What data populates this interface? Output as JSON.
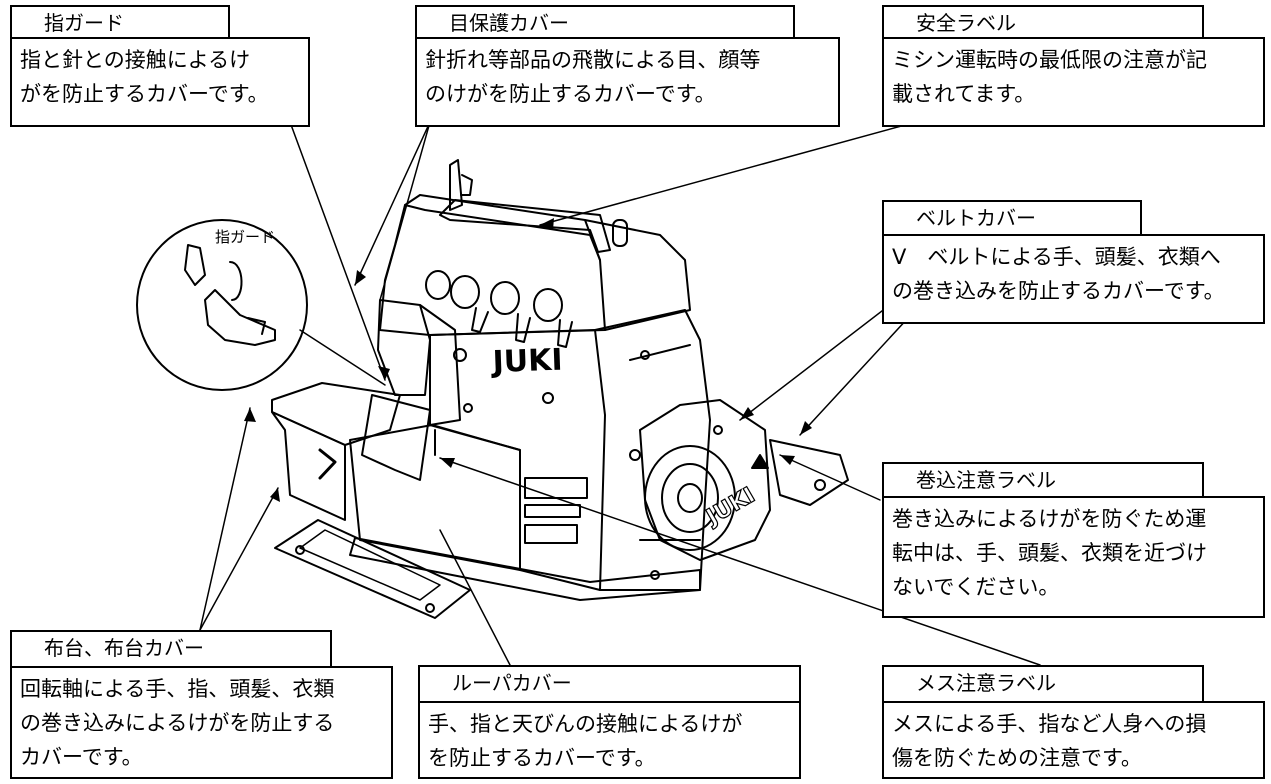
{
  "callouts": {
    "finger_guard": {
      "title": "指ガード",
      "lines": [
        "指と針との接触によるけ",
        "がを防止するカバーです。"
      ]
    },
    "eye_guard": {
      "title": "目保護カバー",
      "lines": [
        "針折れ等部品の飛散による目、顔等",
        "のけがを防止するカバーです。"
      ]
    },
    "safety_label": {
      "title": "安全ラベル",
      "lines": [
        "ミシン運転時の最低限の注意が記",
        "載されてます。"
      ]
    },
    "belt_cover": {
      "title": "ベルトカバー",
      "lines": [
        "V　ベルトによる手、頭髪、衣類へ",
        "の巻き込みを防止するカバーです。"
      ]
    },
    "winding_label": {
      "title": "巻込注意ラベル",
      "lines": [
        "巻き込みによるけがを防ぐため運",
        "転中は、手、頭髪、衣類を近づけ",
        "ないでください。"
      ]
    },
    "bed_cover": {
      "title": "布台、布台カバー",
      "lines": [
        "回転軸による手、指、頭髪、衣類",
        "の巻き込みによるけがを防止する",
        "カバーです。"
      ]
    },
    "looper_cover": {
      "title": "ルーパカバー",
      "lines": [
        "手、指と天びんの接触によるけが",
        "を防止するカバーです。"
      ]
    },
    "knife_label": {
      "title": "メス注意ラベル",
      "lines": [
        "メスによる手、指など人身への損",
        "傷を防ぐための注意です。"
      ]
    }
  },
  "inset": {
    "label": "指ガード"
  },
  "machine": {
    "brand_front": "JUKI",
    "brand_pulley": "JUKI"
  }
}
